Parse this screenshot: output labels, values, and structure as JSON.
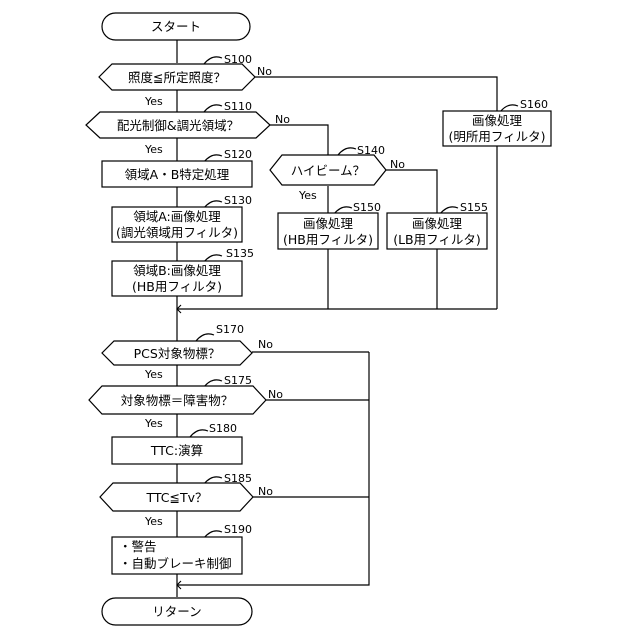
{
  "terminals": {
    "start": "スタート",
    "return": "リターン"
  },
  "steps": {
    "s100": {
      "id": "S100",
      "text": "照度≦所定照度？"
    },
    "s110": {
      "id": "S110",
      "text": "配光制御&調光領域？"
    },
    "s120": {
      "id": "S120",
      "text": "領域A・B特定処理"
    },
    "s130": {
      "id": "S130",
      "lines": [
        "領域A:画像処理",
        "(調光領域用フィルタ)"
      ]
    },
    "s135": {
      "id": "S135",
      "lines": [
        "領域B:画像処理",
        "(HB用フィルタ)"
      ]
    },
    "s140": {
      "id": "S140",
      "text": "ハイビーム？"
    },
    "s150": {
      "id": "S150",
      "lines": [
        "画像処理",
        "(HB用フィルタ)"
      ]
    },
    "s155": {
      "id": "S155",
      "lines": [
        "画像処理",
        "(LB用フィルタ)"
      ]
    },
    "s160": {
      "id": "S160",
      "lines": [
        "画像処理",
        "(明所用フィルタ)"
      ]
    },
    "s170": {
      "id": "S170",
      "text": "PCS対象物標？"
    },
    "s175": {
      "id": "S175",
      "text": "対象物標＝障害物？"
    },
    "s180": {
      "id": "S180",
      "text": "TTC:演算"
    },
    "s185": {
      "id": "S185",
      "text": "TTC≦Tv？"
    },
    "s190": {
      "id": "S190",
      "lines": [
        "・警告",
        "・自動ブレーキ制御"
      ]
    }
  },
  "branch_labels": {
    "yes": "Yes",
    "no": "No"
  }
}
